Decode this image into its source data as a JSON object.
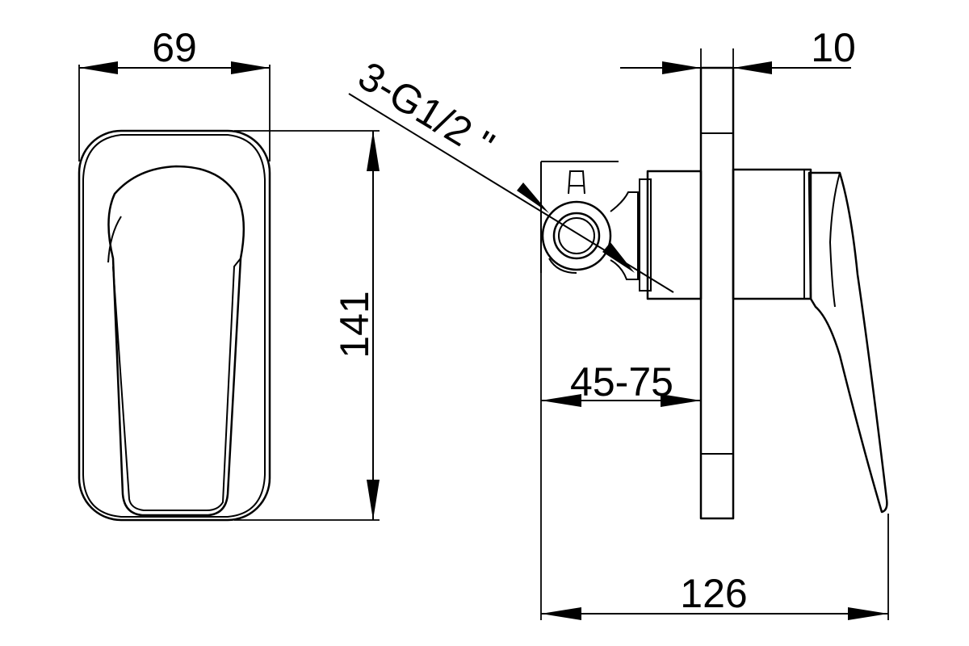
{
  "drawing": {
    "dimensions": {
      "width_front": "69",
      "height_front": "141",
      "plate_thickness": "10",
      "thread_callout": "3-G1/2 \"",
      "wall_depth": "45-75",
      "total_depth": "126"
    },
    "colors": {
      "line": "#000000",
      "background": "#ffffff"
    }
  }
}
